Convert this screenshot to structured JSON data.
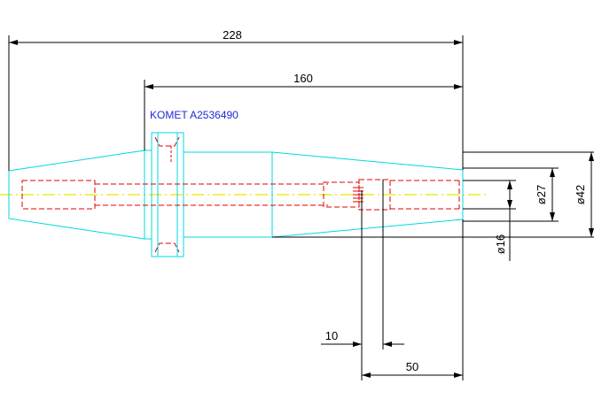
{
  "part_label": "KOMET A2536490",
  "dimensions": {
    "overall_length": "228",
    "gauge_length": "160",
    "bore_depth": "50",
    "offset": "10",
    "dia_bore": "ø16",
    "dia_mid": "ø27",
    "dia_outer": "ø42"
  },
  "colors": {
    "outline": "#00d8e0",
    "hidden": "#e00000",
    "centerline": "#e6e600",
    "dimension": "#000000",
    "label": "#1f2bd6"
  }
}
